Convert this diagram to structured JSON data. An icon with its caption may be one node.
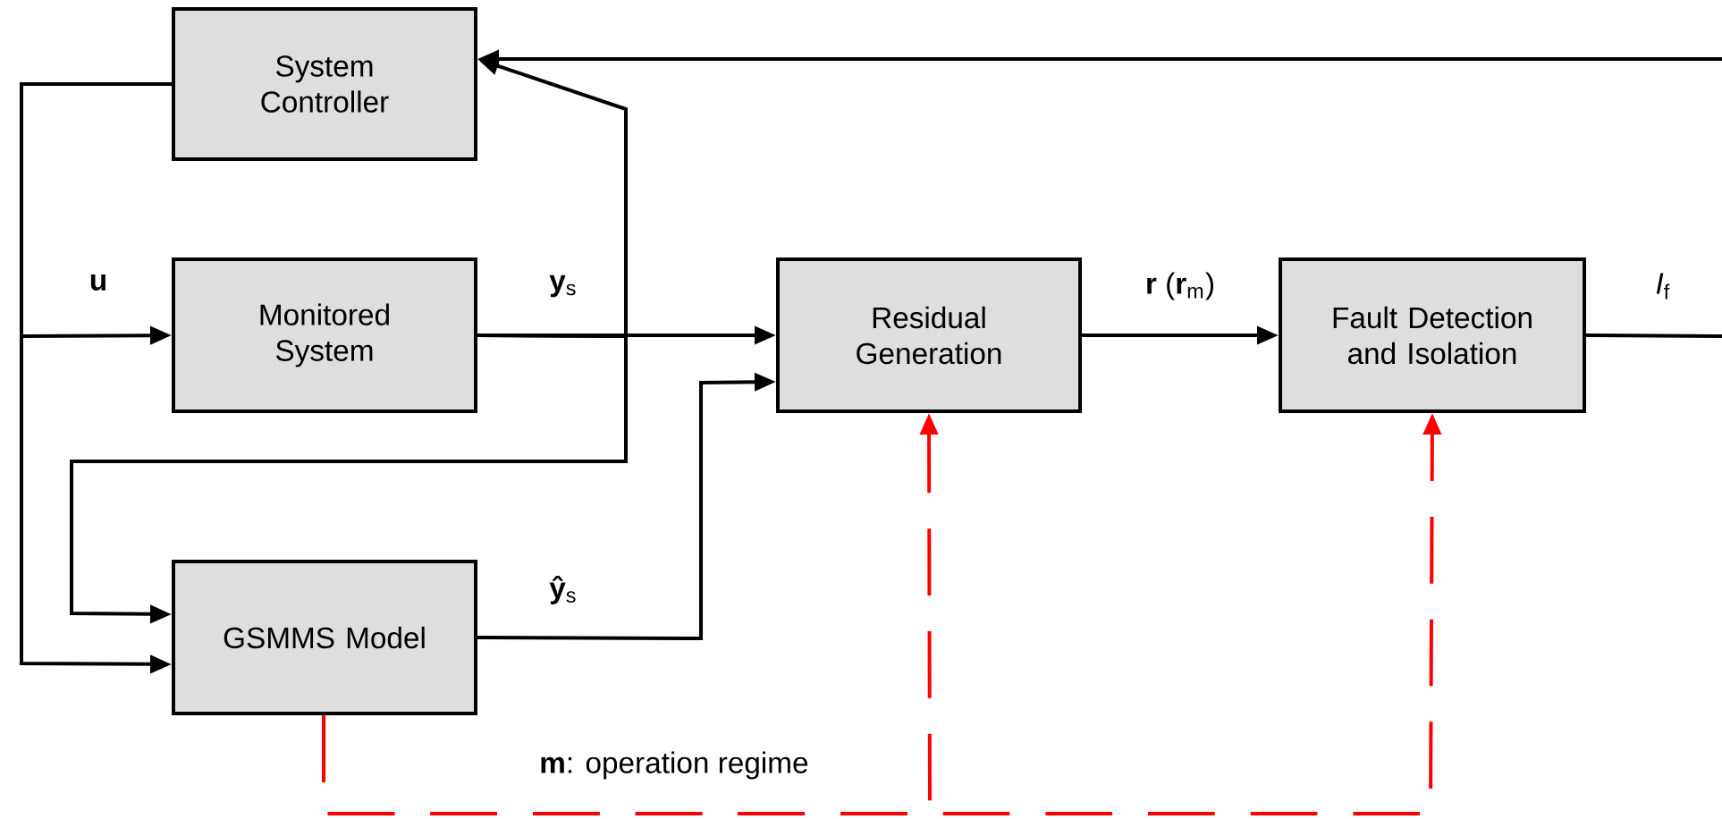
{
  "diagram": {
    "nodes": [
      {
        "text": [
          "System Controller"
        ]
      },
      {
        "text": [
          "Monitored System"
        ]
      },
      {
        "text": [
          "Residual Generation"
        ]
      },
      {
        "text": [
          "Fault Detection and Isolation"
        ]
      },
      {
        "text": [
          "GSMMS Model"
        ]
      }
    ],
    "edges": [
      {
        "from": 0,
        "to": 1,
        "arrow": "to",
        "label": "**u**"
      },
      {
        "from": 0,
        "to": 4,
        "arrow": "to"
      },
      {
        "from": 1,
        "to": 2,
        "arrow": "to",
        "label": "**y**$_{s}$"
      },
      {
        "from": 1,
        "to": 0,
        "arrow": "to"
      },
      {
        "from": 1,
        "to": 4,
        "arrow": "to"
      },
      {
        "from": 4,
        "to": 2,
        "arrow": "to",
        "label": "**ŷ**$_{s}$"
      },
      {
        "from": 2,
        "to": 3,
        "arrow": "to",
        "label": "**r** (**r**$_{m}$)"
      },
      {
        "from": 3,
        "to": null,
        "arrow": "none",
        "label": "*I*$_{f}$"
      },
      {
        "from": null,
        "to": 0,
        "arrow": "to"
      },
      {
        "from": 4,
        "to": 2,
        "arrow": "to",
        "style": "dashed",
        "color": "#ff0000",
        "label": "**m**: operation regime"
      },
      {
        "from": 4,
        "to": 3,
        "arrow": "to",
        "style": "dashed",
        "color": "#ff0000"
      }
    ]
  }
}
